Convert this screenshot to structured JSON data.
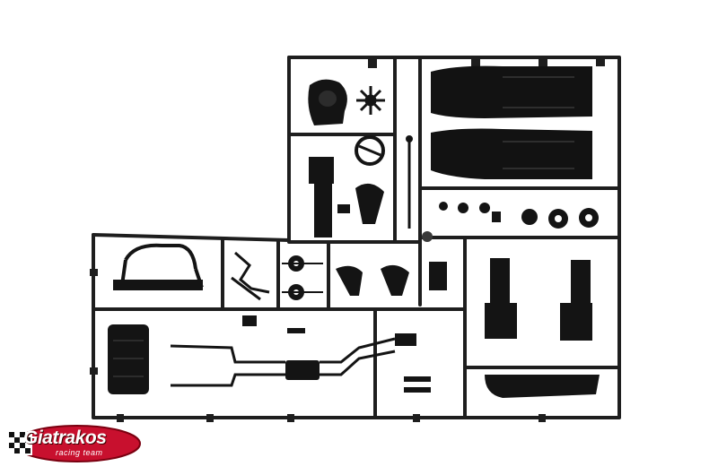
{
  "photo": {
    "subject": "Black plastic model-kit sprue with car parts on white background",
    "colors": {
      "background": "#ffffff",
      "plastic": "#1a1a1a",
      "logo_red": "#c8102e"
    }
  },
  "logo": {
    "brand": "Giatrakos",
    "tagline_word1": "racing",
    "tagline_word2": "team"
  }
}
